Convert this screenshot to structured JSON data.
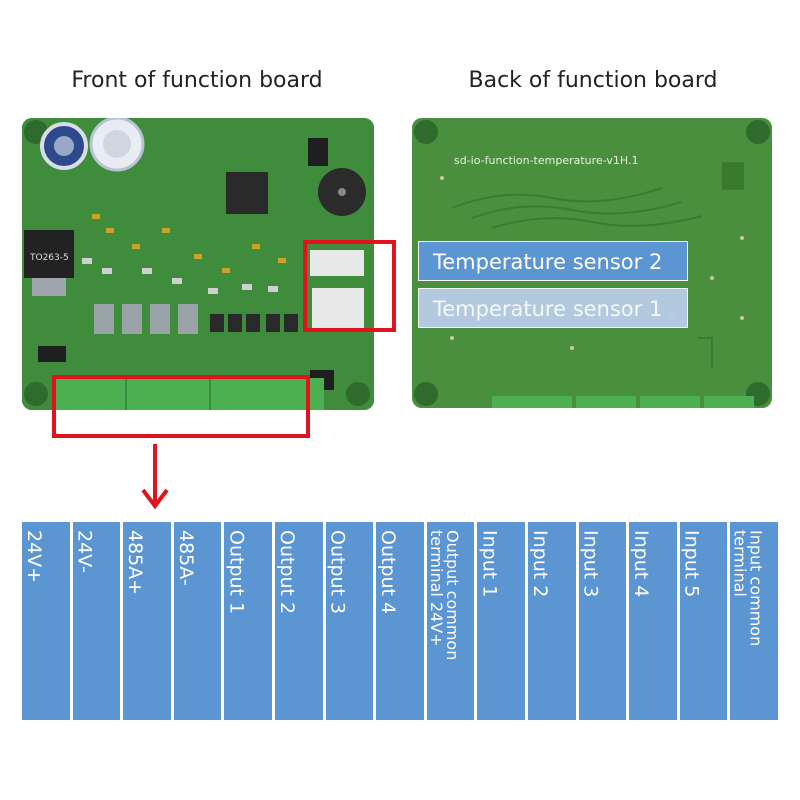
{
  "captions": {
    "front": "Front of function board",
    "back": "Back of function board"
  },
  "front_board": {
    "ic_label": "TO263-5"
  },
  "back_board": {
    "silkscreen": "sd-io-function-temperature-v1H.1",
    "sensor_labels": [
      "Temperature sensor 2",
      "Temperature sensor 1"
    ]
  },
  "pinout": [
    {
      "label": "24V+"
    },
    {
      "label": "24V-"
    },
    {
      "label": "485A+"
    },
    {
      "label": "485A-"
    },
    {
      "label": "Output 1"
    },
    {
      "label": "Output 2"
    },
    {
      "label": "Output 3"
    },
    {
      "label": "Output 4"
    },
    {
      "label": "Output common terminal 24V+",
      "small": true
    },
    {
      "label": "Input 1"
    },
    {
      "label": "Input 2"
    },
    {
      "label": "Input 3"
    },
    {
      "label": "Input 4"
    },
    {
      "label": "Input 5"
    },
    {
      "label": "Input common terminal",
      "small": true
    }
  ],
  "colors": {
    "pcb_green": "#3f8c3c",
    "cell_blue": "#5b95d2",
    "callout_red": "#e0121b",
    "terminal_green": "#4caf50"
  }
}
